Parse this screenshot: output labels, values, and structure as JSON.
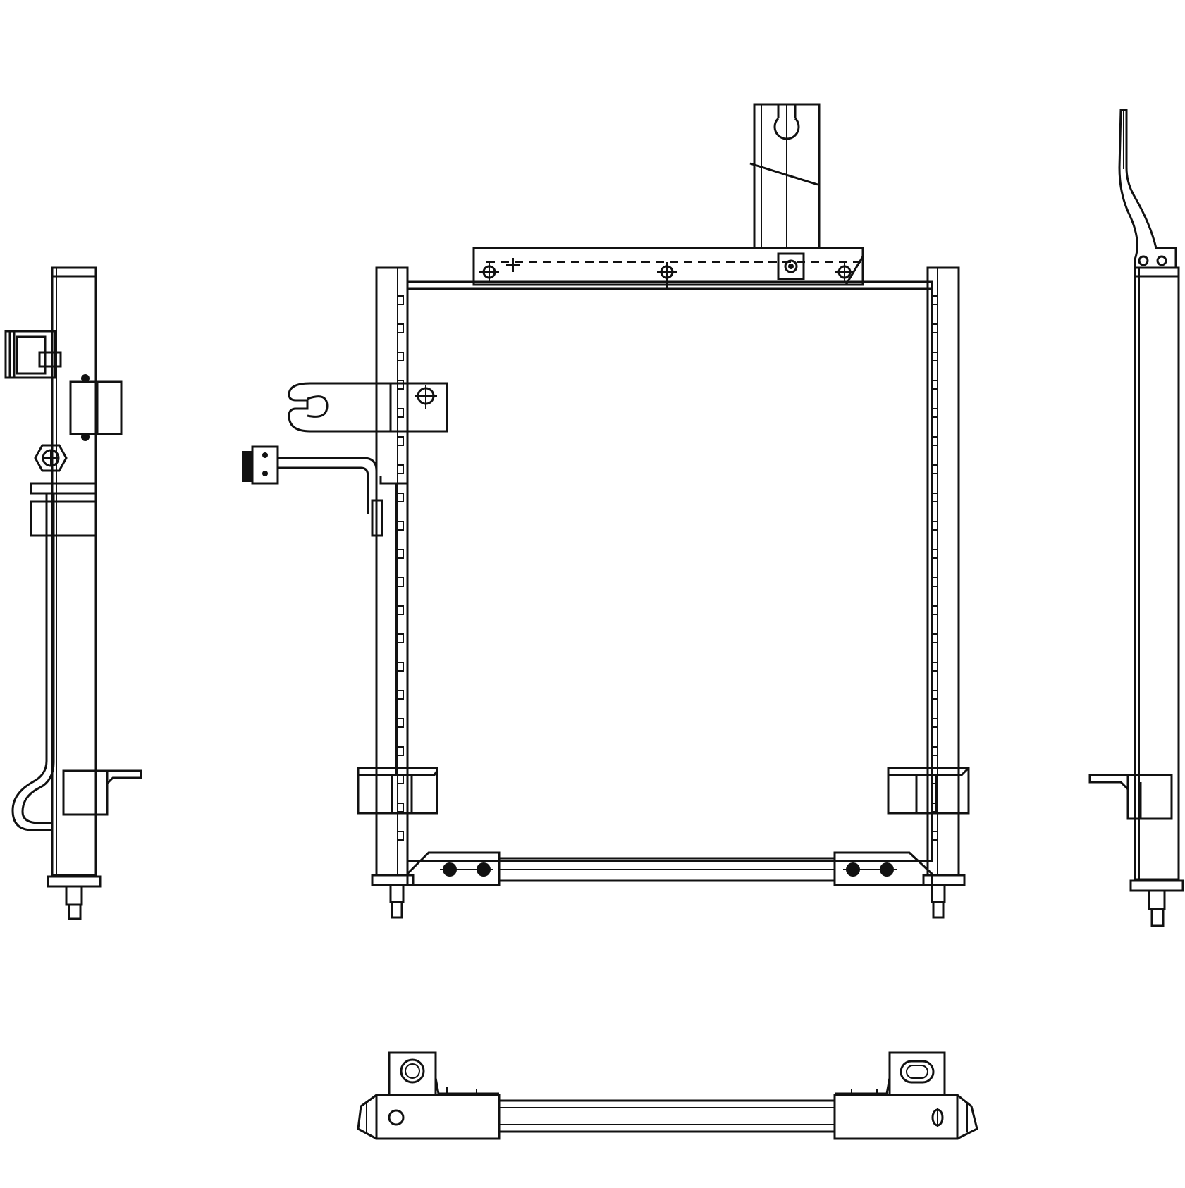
{
  "drawing": {
    "kind": "technical line drawing",
    "views": [
      "left-side-view",
      "front-view",
      "right-side-view",
      "bottom-view"
    ],
    "colors": {
      "line": "#111111",
      "background": "#ffffff"
    }
  }
}
